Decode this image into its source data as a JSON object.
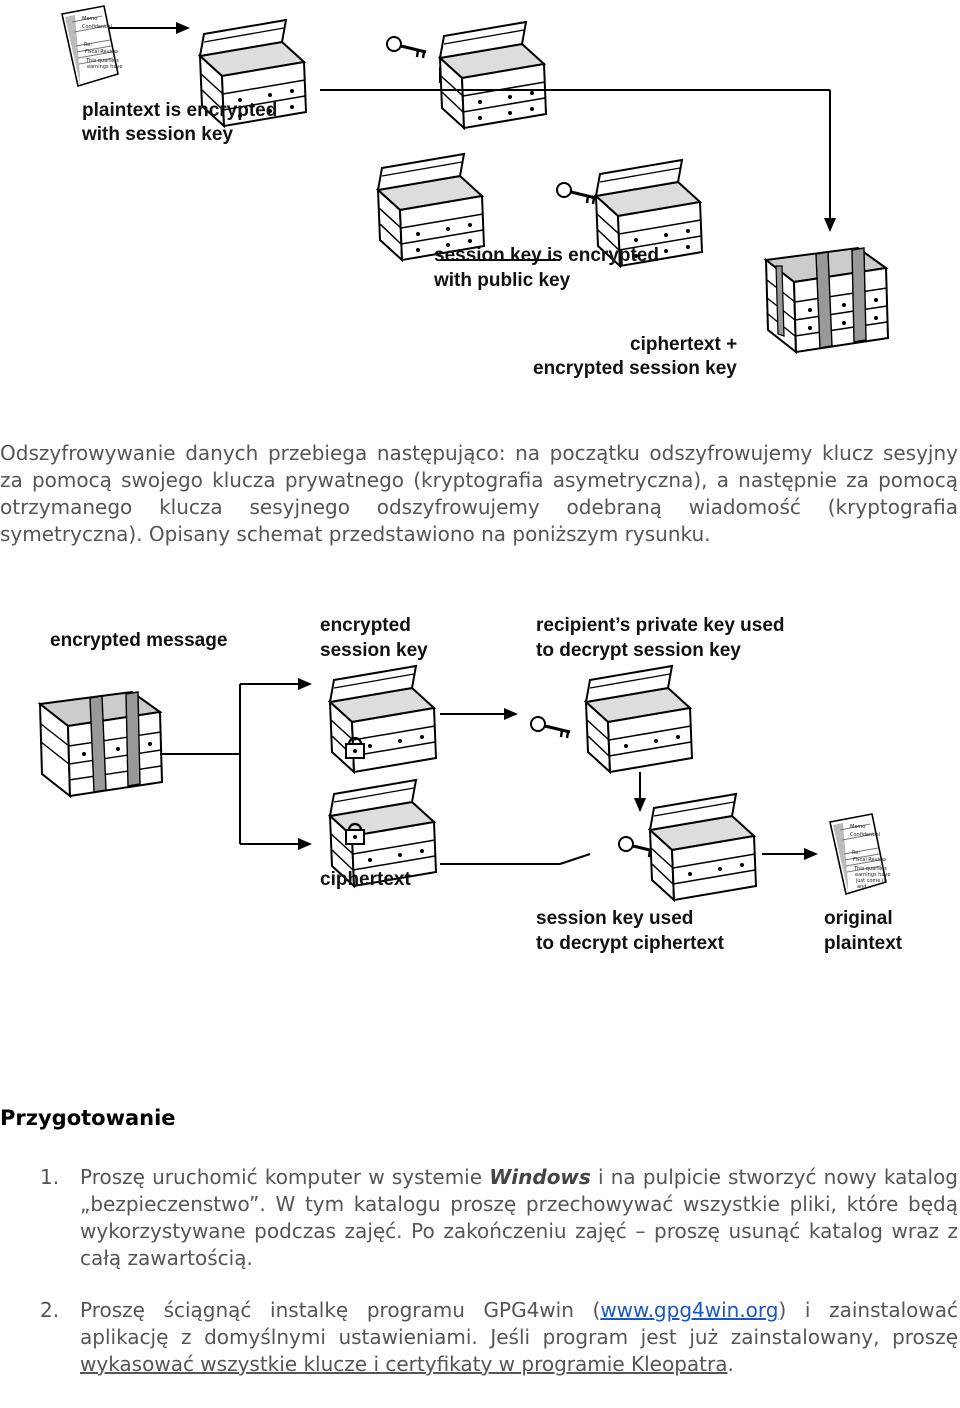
{
  "diagram_top": {
    "label_encrypt_session": [
      "plaintext is encrypted",
      "with session key"
    ],
    "label_encrypt_public": [
      "session key is encrypted",
      "with public key"
    ],
    "label_result": [
      "ciphertext +",
      "encrypted session key"
    ]
  },
  "paragraph_intro": "Odszyfrowywanie danych przebiega następująco: na początku odszyfrowujemy klucz sesyjny za pomocą swojego klucza prywatnego (kryptografia asymetryczna), a następnie za pomocą otrzymanego klucza sesyjnego odszyfrowujemy odebraną wiadomość (kryptografia symetryczna). Opisany schemat przedstawiono na poniższym rysunku.",
  "diagram_bottom": {
    "label_encrypted_message": "encrypted message",
    "label_encrypted_session_key": [
      "encrypted",
      "session key"
    ],
    "label_private_key": [
      "recipient’s private key used",
      "to decrypt session key"
    ],
    "label_ciphertext": "ciphertext",
    "label_session_key_used": [
      "session key used",
      "to decrypt ciphertext"
    ],
    "label_original": [
      "original",
      "plaintext"
    ]
  },
  "document_icon": {
    "lines": [
      "Memo",
      "Confidential",
      "Re:",
      "Fiscal Review",
      "This quarters",
      "earnings have",
      "just come in",
      "and..."
    ]
  },
  "section_heading": "Przygotowanie",
  "steps": [
    {
      "number": "1.",
      "parts": {
        "t1": "Proszę uruchomić komputer w systemie ",
        "bold": "Windows",
        "t2": " i na pulpicie stworzyć nowy katalog „bezpieczenstwo”. W tym katalogu proszę przechowywać wszystkie pliki, które będą wykorzystywane podczas zajęć. Po zakończeniu zajęć – proszę usunąć katalog wraz z całą zawartością."
      }
    },
    {
      "number": "2.",
      "parts": {
        "t1": "Proszę ściągnąć instalkę programu GPG4win (",
        "link": "www.gpg4win.org",
        "t2": ") i zainstalować aplikację z domyślnymi ustawieniami. Jeśli program jest już zainstalowany, proszę ",
        "underlined": "wykasować wszystkie klucze i certyfikaty w programie Kleopatra",
        "t3": "."
      }
    }
  ]
}
